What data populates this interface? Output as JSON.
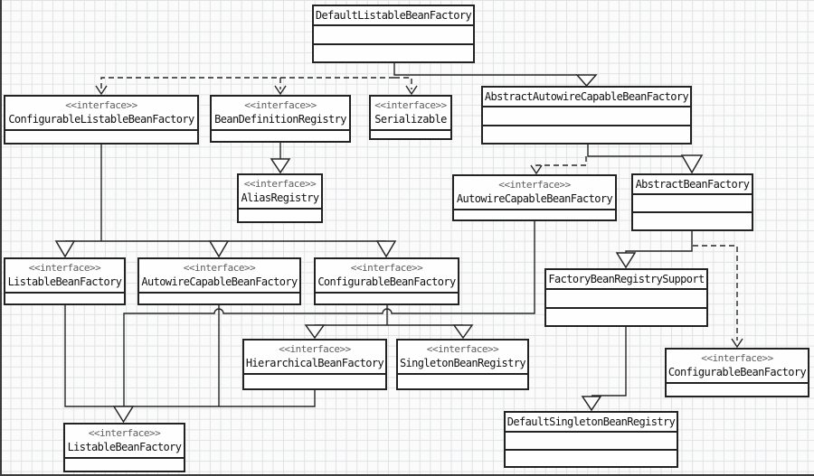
{
  "classes": [
    {
      "stereotype": "",
      "name": "DefaultListableBeanFactory"
    },
    {
      "stereotype": "<<interface>>",
      "name": "ConfigurableListableBeanFactory"
    },
    {
      "stereotype": "<<interface>>",
      "name": "BeanDefinitionRegistry"
    },
    {
      "stereotype": "<<interface>>",
      "name": "Serializable"
    },
    {
      "stereotype": "",
      "name": "AbstractAutowireCapableBeanFactory"
    },
    {
      "stereotype": "<<interface>>",
      "name": "AliasRegistry"
    },
    {
      "stereotype": "<<interface>>",
      "name": "AutowireCapableBeanFactory"
    },
    {
      "stereotype": "",
      "name": "AbstractBeanFactory"
    },
    {
      "stereotype": "<<interface>>",
      "name": "ListableBeanFactory"
    },
    {
      "stereotype": "<<interface>>",
      "name": "AutowireCapableBeanFactory"
    },
    {
      "stereotype": "<<interface>>",
      "name": "ConfigurableBeanFactory"
    },
    {
      "stereotype": "",
      "name": "FactoryBeanRegistrySupport"
    },
    {
      "stereotype": "<<interface>>",
      "name": "HierarchicalBeanFactory"
    },
    {
      "stereotype": "<<interface>>",
      "name": "SingletonBeanRegistry"
    },
    {
      "stereotype": "<<interface>>",
      "name": "ConfigurableBeanFactory"
    },
    {
      "stereotype": "",
      "name": "DefaultSingletonBeanRegistry"
    },
    {
      "stereotype": "<<interface>>",
      "name": "ListableBeanFactory"
    }
  ],
  "colors": {
    "line": "#262626",
    "grid": "#dfe2e3",
    "background": "#fbfbfb",
    "box_fill": "#fefefe"
  }
}
